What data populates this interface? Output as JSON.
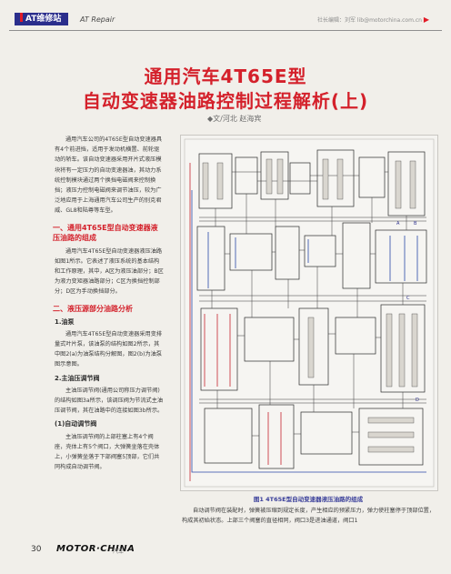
{
  "header": {
    "tag": "AT维修站",
    "english": "AT Repair",
    "right": "社长编辑：刘军  lib@motorchina.com.cn"
  },
  "title": {
    "line1": "通用汽车4T65E型",
    "line2": "自动变速器油路控制过程解析(上)"
  },
  "byline": "◆文/河北 赵海宾",
  "left_column": {
    "intro": "通用汽车公司的4T65E型自动变速器具有4个前进挡，适用于发动机横置、前轮驱动的轿车。该自动变速器采用开片式液压模块将有一定压力的自动变速器油，其动力系统控制模块通过两个换挡电磁阀来控制换挡；液压力控制电磁阀来调节油压，较为广泛地应用于上海通用汽车公司生产的别克君威、GL8和陆尊等车型。",
    "section1_title": "一、通用4T65E型自动变速器液压油路的组成",
    "section1_text": "通用汽车4T65E型自动变速器液压油路如图1所示。它表述了液压系统的基本结构和工作原理，其中，A区为液压油部分；B区为液力变矩器油路部分；C区为换挡控制部分；D区为手动换挡部分。",
    "section2_title": "二、液压源部分油路分析",
    "sub1": "1.油泵",
    "sub1_text": "通用汽车4T65E型自动变速器采用变排量式叶片泵，该油泵的结构如图2所示，其中图2(a)为油泵结构分解图，图2(b)为油泵图示意图。",
    "sub2": "2.主油压调节阀",
    "sub2_text": "主油压调节阀(通用公司称压力调节阀)的结构如图3a所示，该调压阀为节流式主油压调节阀，其在油路中的连接如图3b所示。",
    "sub3": "(1)自动调节阀",
    "sub3_text": "主油压调节阀的上部柱塞上有4个阀座，壳体上有5个阀口，大弹簧坐落在壳体上，小弹簧坐落于下部阀塞5顶部，它们共同构成自动调节阀。"
  },
  "figure": {
    "caption": "图1 4T65E型自动变速器液压油路的组成"
  },
  "right_text": "自动调节阀在装配时，弹簧被压缩到规定长度，产生相应的预紧压力，弹力使柱塞停于顶部位置，构成其初始状态。上部三个阀塞的直径相同，阀口3是进油通道，阀口1",
  "footer": {
    "page": "30",
    "logo": "MOTOR·CHINA",
    "sub": "·汽车"
  },
  "colors": {
    "title_red": "#d4212b",
    "header_blue": "#2b2e8c"
  }
}
